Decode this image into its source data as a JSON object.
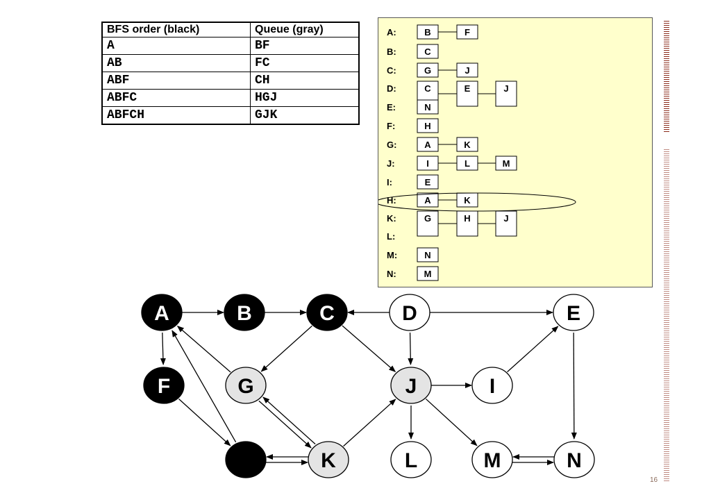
{
  "table": {
    "headers": [
      "BFS order (black)",
      "Queue (gray)"
    ],
    "rows": [
      [
        "A",
        "BF"
      ],
      [
        "AB",
        "FC"
      ],
      [
        "ABF",
        "CH"
      ],
      [
        "ABFC",
        "HGJ"
      ],
      [
        "ABFCH",
        "GJK"
      ]
    ]
  },
  "adjacency": [
    {
      "label": "A:",
      "items": [
        "B",
        "F"
      ]
    },
    {
      "label": "B:",
      "items": [
        "C"
      ]
    },
    {
      "label": "C:",
      "items": [
        "G",
        "J"
      ]
    },
    {
      "label": "D:",
      "items": [
        "C",
        "E",
        "J"
      ]
    },
    {
      "label": "E:",
      "items": [
        "N"
      ]
    },
    {
      "label": "F:",
      "items": [
        "H"
      ]
    },
    {
      "label": "G:",
      "items": [
        "A",
        "K"
      ]
    },
    {
      "label": "J:",
      "items": [
        "I",
        "L",
        "M"
      ]
    },
    {
      "label": "I:",
      "items": [
        "E"
      ]
    },
    {
      "label": "H:",
      "items": [
        "A",
        "K"
      ],
      "highlighted": true
    },
    {
      "label": "K:",
      "items": [
        "G",
        "H",
        "J"
      ]
    },
    {
      "label": "L:",
      "items": []
    },
    {
      "label": "M:",
      "items": [
        "N"
      ]
    },
    {
      "label": "N:",
      "items": [
        "M"
      ]
    }
  ],
  "graph": {
    "nodes": [
      {
        "id": "A",
        "label": "A",
        "state": "black"
      },
      {
        "id": "B",
        "label": "B",
        "state": "black"
      },
      {
        "id": "C",
        "label": "C",
        "state": "black"
      },
      {
        "id": "D",
        "label": "D",
        "state": "white"
      },
      {
        "id": "E",
        "label": "E",
        "state": "white"
      },
      {
        "id": "F",
        "label": "F",
        "state": "black"
      },
      {
        "id": "G",
        "label": "G",
        "state": "gray"
      },
      {
        "id": "J",
        "label": "J",
        "state": "gray"
      },
      {
        "id": "I",
        "label": "I",
        "state": "white"
      },
      {
        "id": "H",
        "label": "",
        "state": "black"
      },
      {
        "id": "K",
        "label": "K",
        "state": "gray"
      },
      {
        "id": "L",
        "label": "L",
        "state": "white"
      },
      {
        "id": "M",
        "label": "M",
        "state": "white"
      },
      {
        "id": "N",
        "label": "N",
        "state": "white"
      }
    ],
    "edges": [
      [
        "A",
        "B"
      ],
      [
        "B",
        "C"
      ],
      [
        "A",
        "F"
      ],
      [
        "D",
        "C"
      ],
      [
        "D",
        "E"
      ],
      [
        "D",
        "J"
      ],
      [
        "C",
        "G"
      ],
      [
        "C",
        "J"
      ],
      [
        "G",
        "A"
      ],
      [
        "F",
        "H"
      ],
      [
        "H",
        "A"
      ],
      [
        "G",
        "K"
      ],
      [
        "K",
        "G"
      ],
      [
        "H",
        "K"
      ],
      [
        "K",
        "H"
      ],
      [
        "K",
        "J"
      ],
      [
        "J",
        "I"
      ],
      [
        "J",
        "L"
      ],
      [
        "J",
        "M"
      ],
      [
        "I",
        "E"
      ],
      [
        "E",
        "N"
      ],
      [
        "M",
        "N"
      ],
      [
        "N",
        "M"
      ]
    ]
  },
  "colors": {
    "black": "#000000",
    "gray": "#e4e4e4",
    "white": "#ffffff",
    "panel": "#ffffcc"
  },
  "page_number": "16"
}
